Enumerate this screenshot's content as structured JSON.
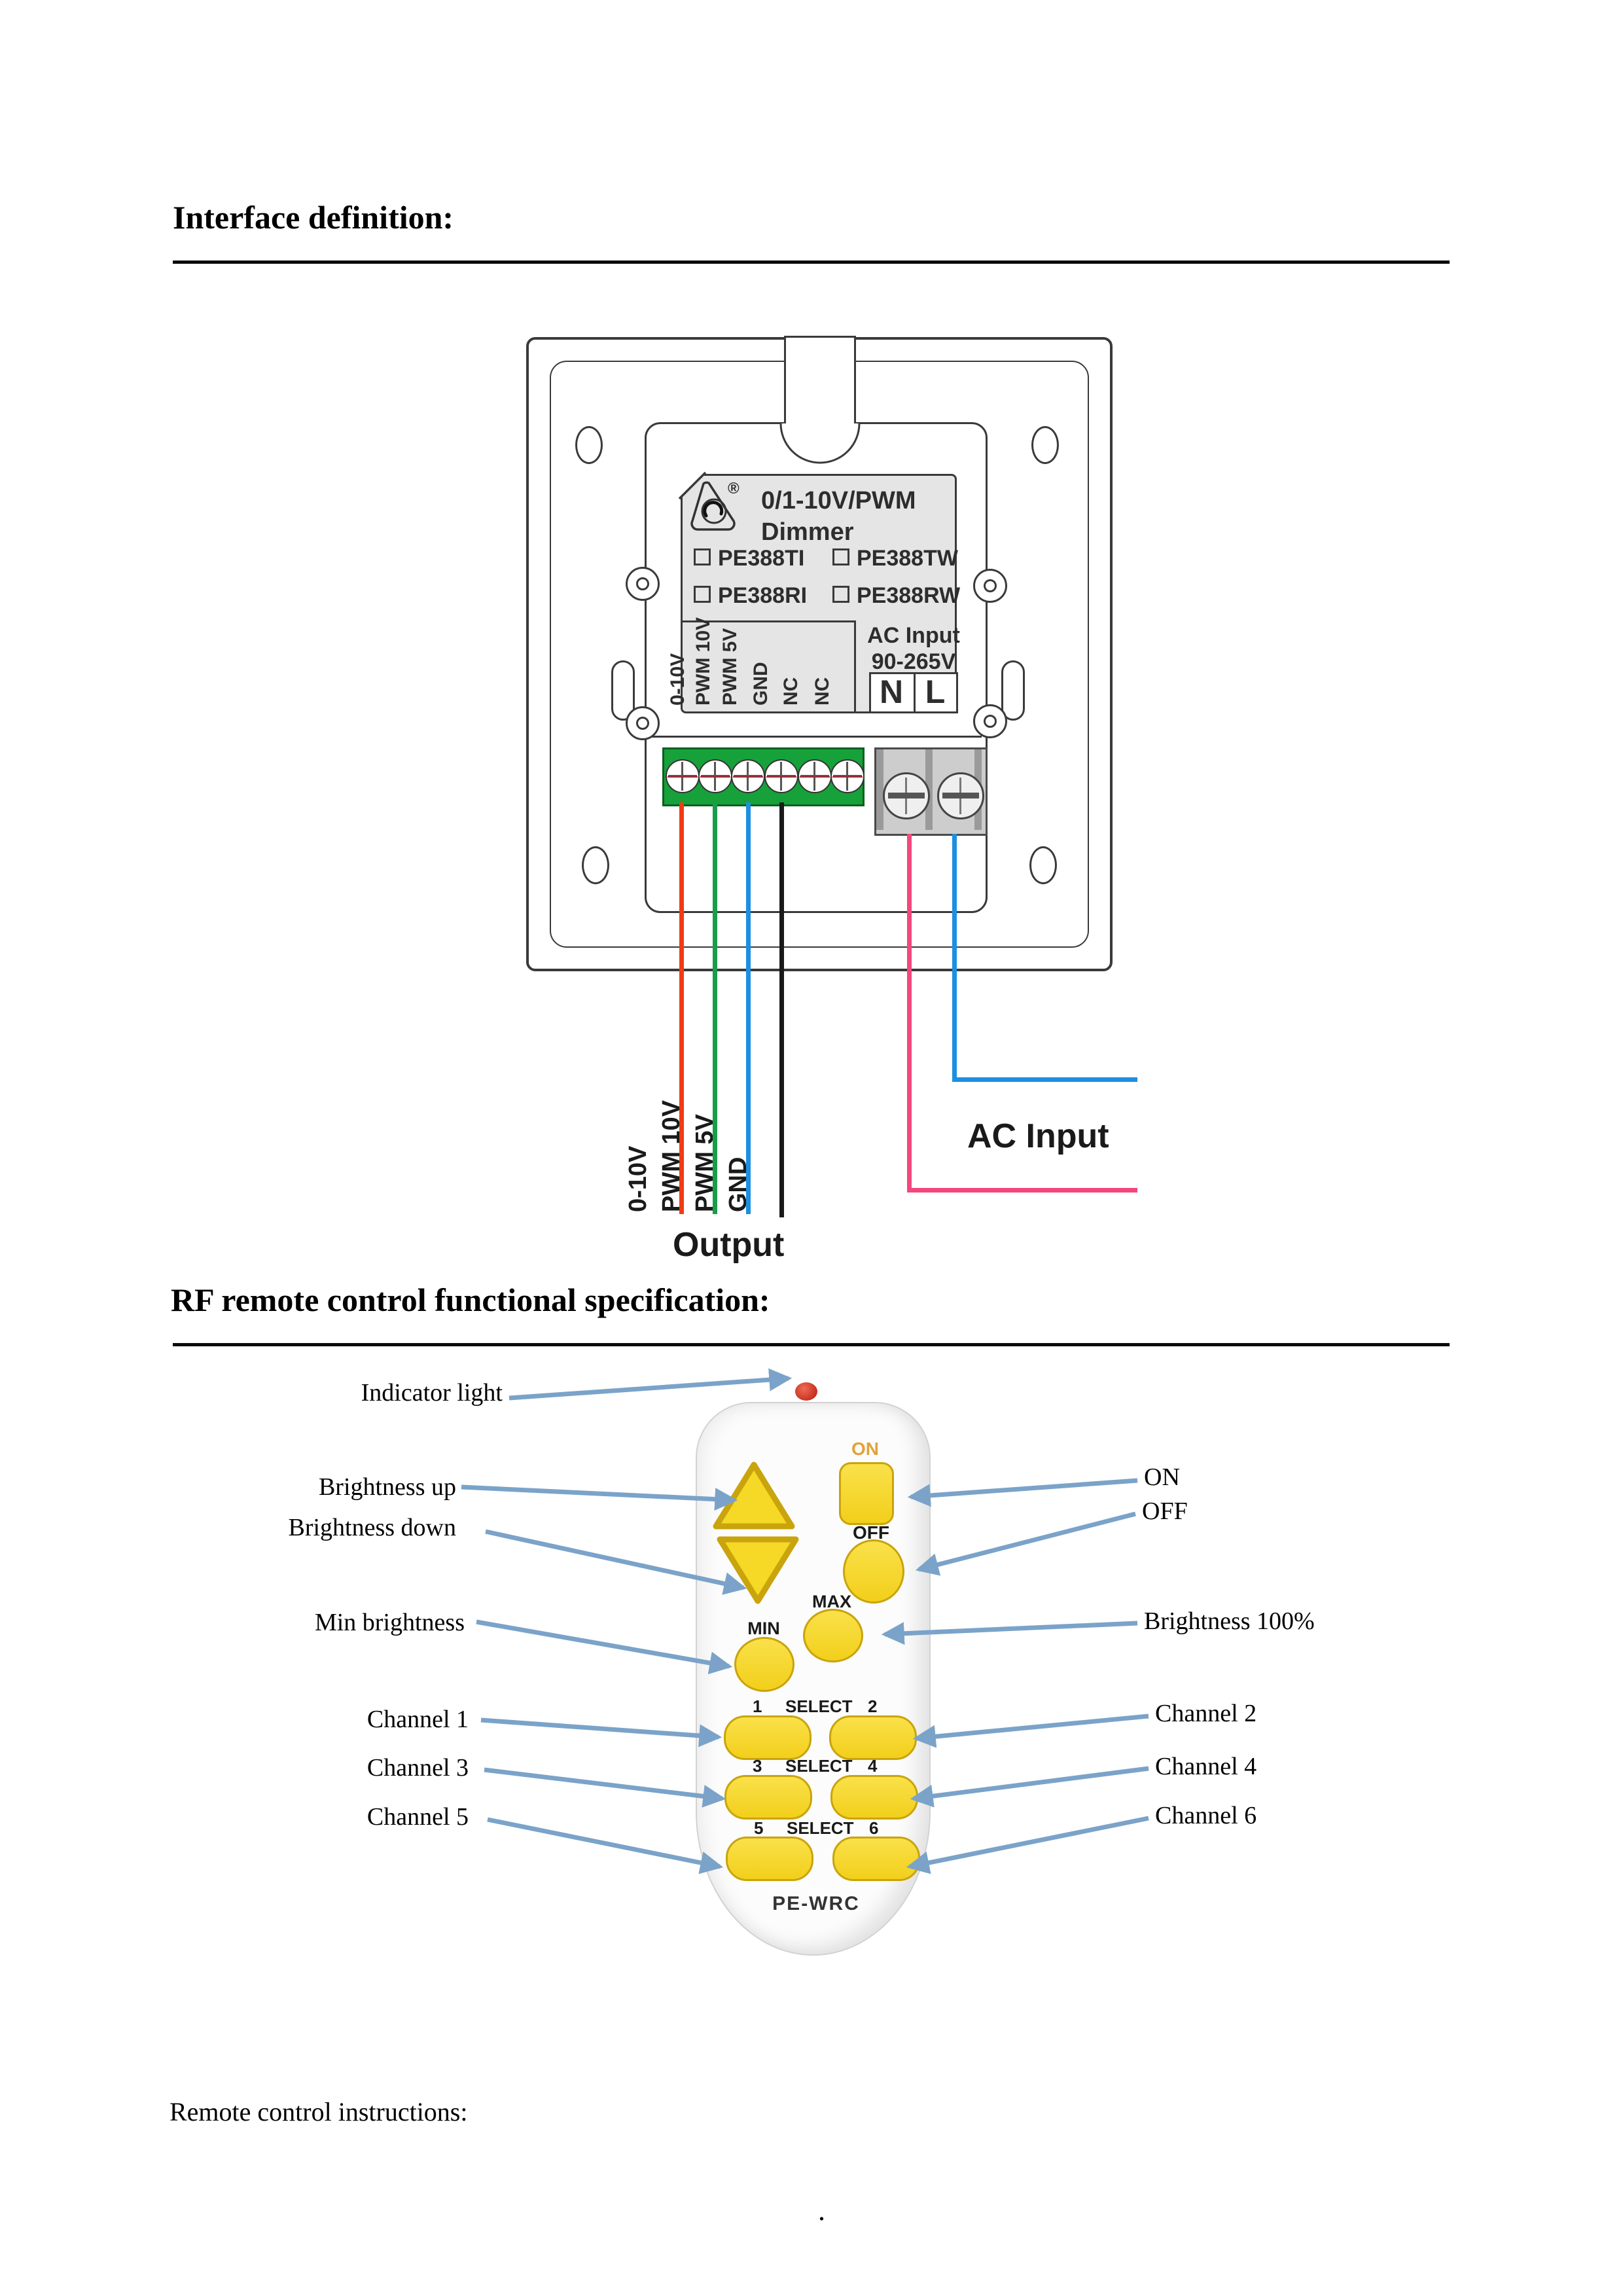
{
  "headings": {
    "section1": "Interface definition:",
    "section2": "RF remote control functional specification:",
    "footer": "Remote control instructions:",
    "stray_dot": "."
  },
  "dimmer": {
    "brand_reg": "®",
    "product_line1": "0/1-10V/PWM",
    "product_line2": "Dimmer",
    "models": [
      "PE388TI",
      "PE388TW",
      "PE388RI",
      "PE388RW"
    ],
    "terminals": [
      "0-10V",
      "PWM 10V",
      "PWM 5V",
      "GND",
      "NC",
      "NC"
    ],
    "ac_input_title": "AC Input",
    "ac_input_range": "90-265V",
    "terminal_n": "N",
    "terminal_l": "L",
    "output_wires": [
      "0-10V",
      "PWM 10V",
      "PWM 5V",
      "GND"
    ],
    "output_caption": "Output",
    "ac_caption": "AC Input"
  },
  "remote": {
    "btn_on": "ON",
    "btn_off": "OFF",
    "btn_max": "MAX",
    "btn_min": "MIN",
    "model": "PE-WRC",
    "select_rows": [
      [
        "1",
        "SELECT",
        "2"
      ],
      [
        "3",
        "SELECT",
        "4"
      ],
      [
        "5",
        "SELECT",
        "6"
      ]
    ],
    "callouts_left": [
      "Indicator light",
      "Brightness up",
      "Brightness down",
      "Min brightness",
      "Channel 1",
      "Channel 3",
      "Channel 5"
    ],
    "callouts_right": [
      "ON",
      "OFF",
      "Brightness 100%",
      "Channel 2",
      "Channel 4",
      "Channel 6"
    ]
  },
  "colors": {
    "arrow_blue": "#7ba3c9",
    "button_yellow": "#f6d827",
    "indicator_red": "#c32410",
    "terminal_green": "#17a13b",
    "wire_0_10v": "#f03c14",
    "wire_pwm10v": "#189e4a",
    "wire_pwm5v": "#1d8fe0",
    "wire_gnd": "#1a1a1a",
    "wire_neutral": "#f2487e",
    "wire_live": "#1d8fe0"
  }
}
